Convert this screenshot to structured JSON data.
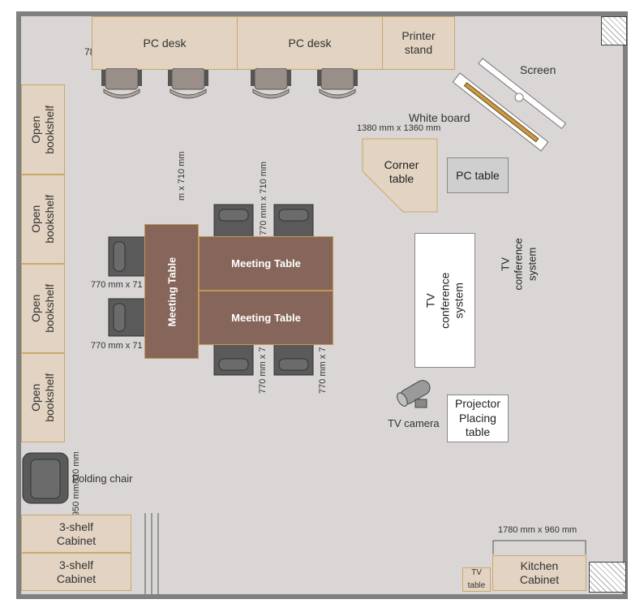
{
  "furniture": {
    "pc_desk_1": "PC desk",
    "pc_desk_2": "PC desk",
    "printer_stand": "Printer\nstand",
    "screen": "Screen",
    "white_board": "White board",
    "corner_table_dim": "1380 mm x 1360 mm",
    "corner_table": "Corner\ntable",
    "pc_table": "PC table",
    "bookshelf_1": "Open\nbookshelf",
    "bookshelf_2": "Open\nbookshelf",
    "bookshelf_3": "Open\nbookshelf",
    "bookshelf_4": "Open\nbookshelf",
    "meeting_table_vertical": "Meeting Table",
    "meeting_table_top": "Meeting Table",
    "meeting_table_bottom": "Meeting Table",
    "tv_conf_box": "TV conference\nsystem",
    "tv_conf_text": "TV conference\nsystem",
    "tv_camera": "TV camera",
    "projector_table": "Projector\nPlacing\ntable",
    "folding_chair": "Folding chair",
    "folding_dim_a": "820 mm",
    "folding_dim_b": "950 mm",
    "cabinet_1": "3-shelf\nCabinet",
    "cabinet_2": "3-shelf\nCabinet",
    "kitchen_dim": "1780 mm x 960 mm",
    "kitchen_cabinet": "Kitchen\nCabinet",
    "tv_table": "TV\ntable",
    "desk_dim_clip": "78",
    "chair_dim_left_1": "770 mm x 71",
    "chair_dim_left_2": "770 mm x 71",
    "chair_dim_top_1": "m x 710 mm",
    "chair_dim_top_2": "770 mm x 710 mm",
    "chair_dim_bottom_1": "770 mm x 7",
    "chair_dim_bottom_2": "770 mm x 7"
  }
}
